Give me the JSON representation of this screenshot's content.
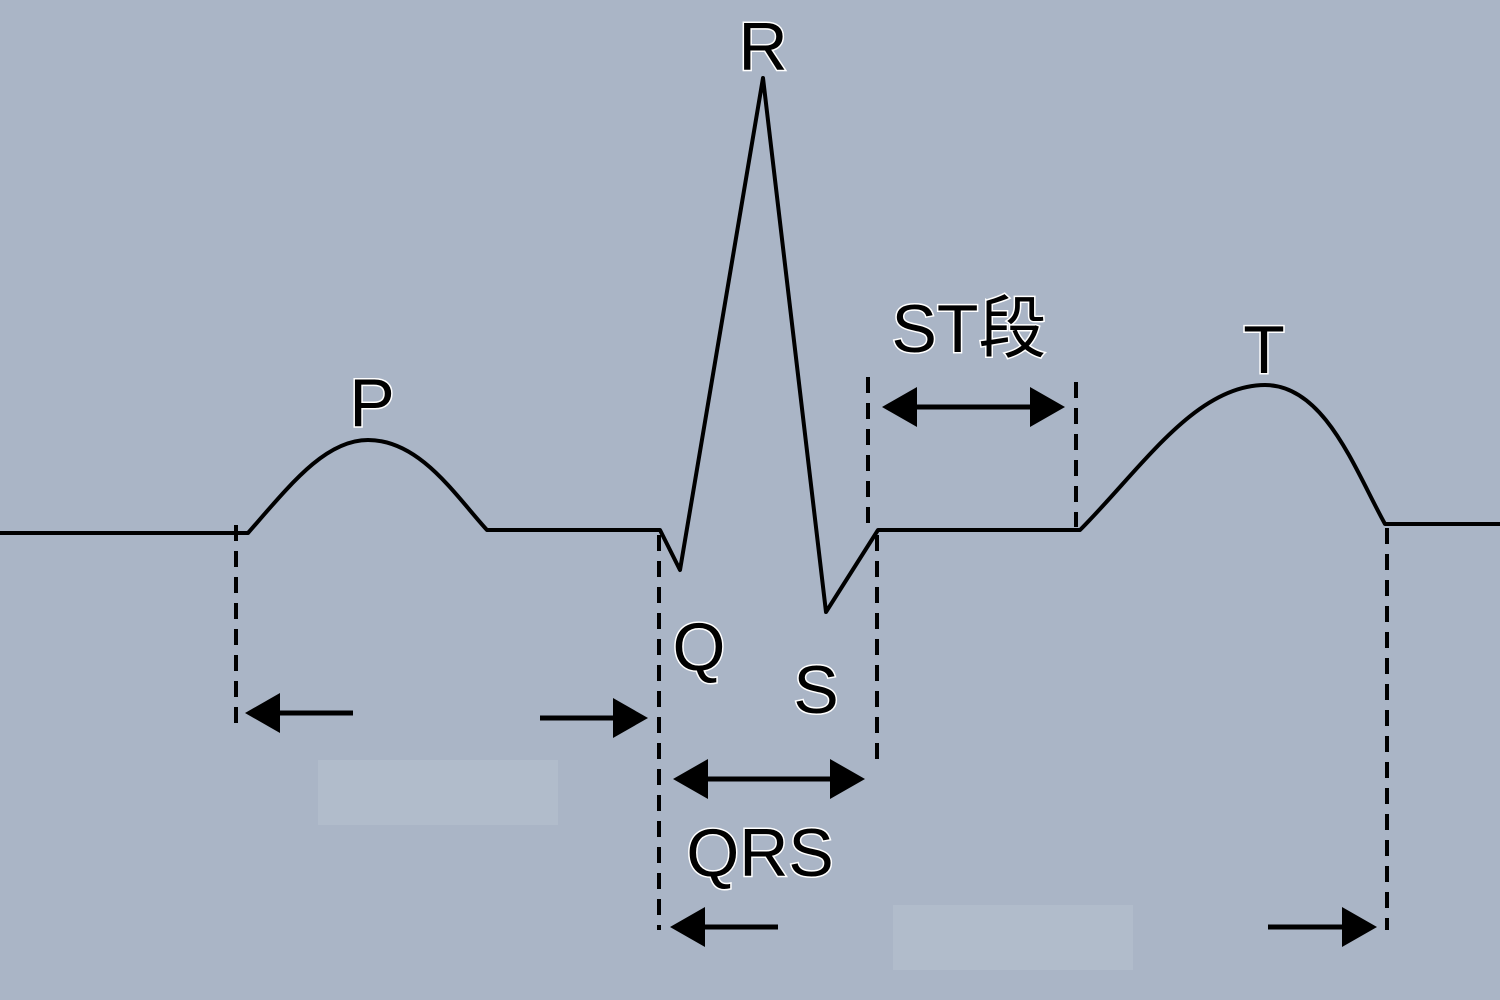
{
  "labels": {
    "p": "P",
    "q": "Q",
    "r": "R",
    "s": "S",
    "t": "T",
    "st_segment": "ST段",
    "qrs": "QRS"
  },
  "colors": {
    "background": "#aab5c6",
    "line": "#000000",
    "label_outline": "#ffffff"
  }
}
